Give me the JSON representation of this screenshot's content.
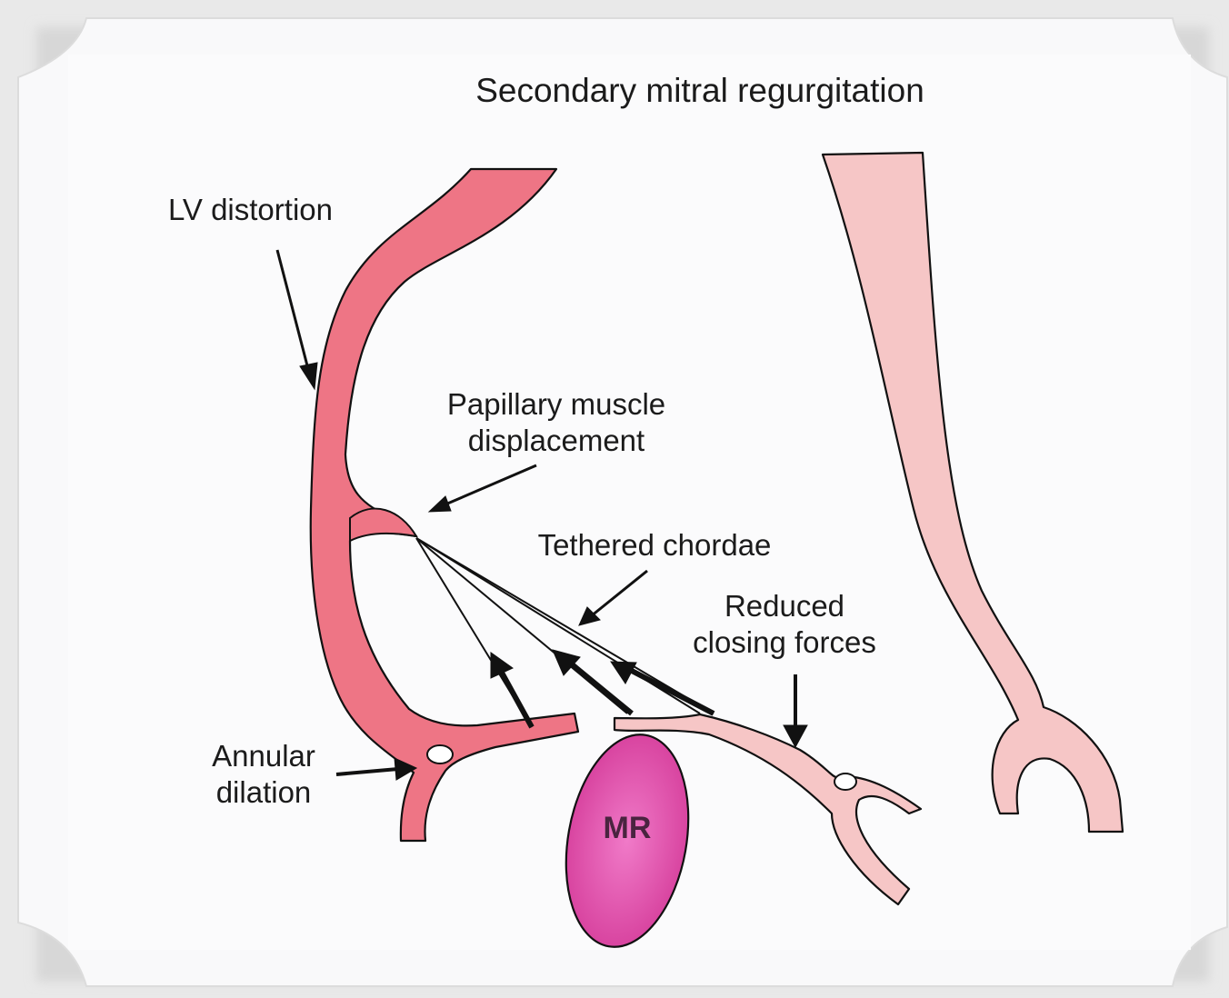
{
  "title": "Secondary mitral regurgitation",
  "labels": {
    "lv_distortion": "LV distortion",
    "papillary_line1": "Papillary muscle",
    "papillary_line2": "displacement",
    "tethered_chordae": "Tethered chordae",
    "reduced_line1": "Reduced",
    "reduced_line2": "closing forces",
    "annular_line1": "Annular",
    "annular_line2": "dilation",
    "mr": "MR"
  },
  "colors": {
    "ventricle_wall": "#ee7585",
    "atrial_wall_light": "#f6c6c6",
    "regurgitant_jet": "#e24aa8",
    "outline": "#111111",
    "frame_bg": "#f9f9fa"
  }
}
